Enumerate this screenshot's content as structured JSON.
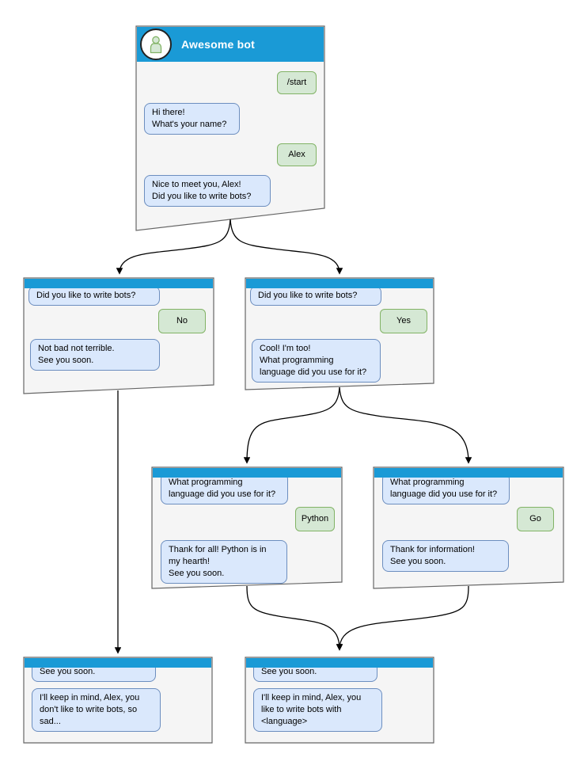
{
  "diagram": {
    "kind": "chatbot-dialog-flow"
  },
  "colors": {
    "header_blue": "#1a9ad6",
    "window_fill": "#f5f5f5",
    "window_border": "#666666",
    "bot_bubble_fill": "#dae8fc",
    "bot_bubble_border": "#6c8ebf",
    "user_bubble_fill": "#d5e8d4",
    "user_bubble_border": "#82b366",
    "connector": "#000000"
  },
  "icons": [
    {
      "name": "bot-avatar-person-icon",
      "meaning": "person silhouette avatar"
    }
  ],
  "windows": [
    {
      "id": "root",
      "title": "Awesome bot",
      "messages": [
        {
          "from": "user",
          "text": "/start"
        },
        {
          "from": "bot",
          "text": "Hi there!\nWhat's your name?"
        },
        {
          "from": "user",
          "text": "Alex"
        },
        {
          "from": "bot",
          "text": "Nice to meet you, Alex!\nDid you like to write bots?"
        }
      ]
    },
    {
      "id": "branch-no",
      "title": "",
      "messages": [
        {
          "from": "bot",
          "text": "Did you like to write bots?"
        },
        {
          "from": "user",
          "text": "No"
        },
        {
          "from": "bot",
          "text": "Not bad not terrible.\nSee you soon."
        }
      ]
    },
    {
      "id": "branch-yes",
      "title": "",
      "messages": [
        {
          "from": "bot",
          "text": "Did you like to write bots?"
        },
        {
          "from": "user",
          "text": "Yes"
        },
        {
          "from": "bot",
          "text": "Cool! I'm too!\nWhat programming\nlanguage did you use for it?"
        }
      ]
    },
    {
      "id": "branch-python",
      "title": "",
      "messages": [
        {
          "from": "bot",
          "text": "What programming\nlanguage did you use for it?"
        },
        {
          "from": "user",
          "text": "Python"
        },
        {
          "from": "bot",
          "text": "Thank for all! Python is in\nmy hearth!\nSee you soon."
        }
      ]
    },
    {
      "id": "branch-go",
      "title": "",
      "messages": [
        {
          "from": "bot",
          "text": "What programming\nlanguage did you use for it?"
        },
        {
          "from": "user",
          "text": "Go"
        },
        {
          "from": "bot",
          "text": "Thank for information!\nSee you soon."
        }
      ]
    },
    {
      "id": "end-no",
      "title": "",
      "messages": [
        {
          "from": "bot",
          "text": "See you soon."
        },
        {
          "from": "bot",
          "text": "I'll keep in mind, Alex, you\ndon't like to write bots, so\nsad..."
        }
      ]
    },
    {
      "id": "end-yes",
      "title": "",
      "messages": [
        {
          "from": "bot",
          "text": "See you soon."
        },
        {
          "from": "bot",
          "text": "I'll keep in mind, Alex, you\nlike to write bots with\n<language>"
        }
      ]
    }
  ]
}
